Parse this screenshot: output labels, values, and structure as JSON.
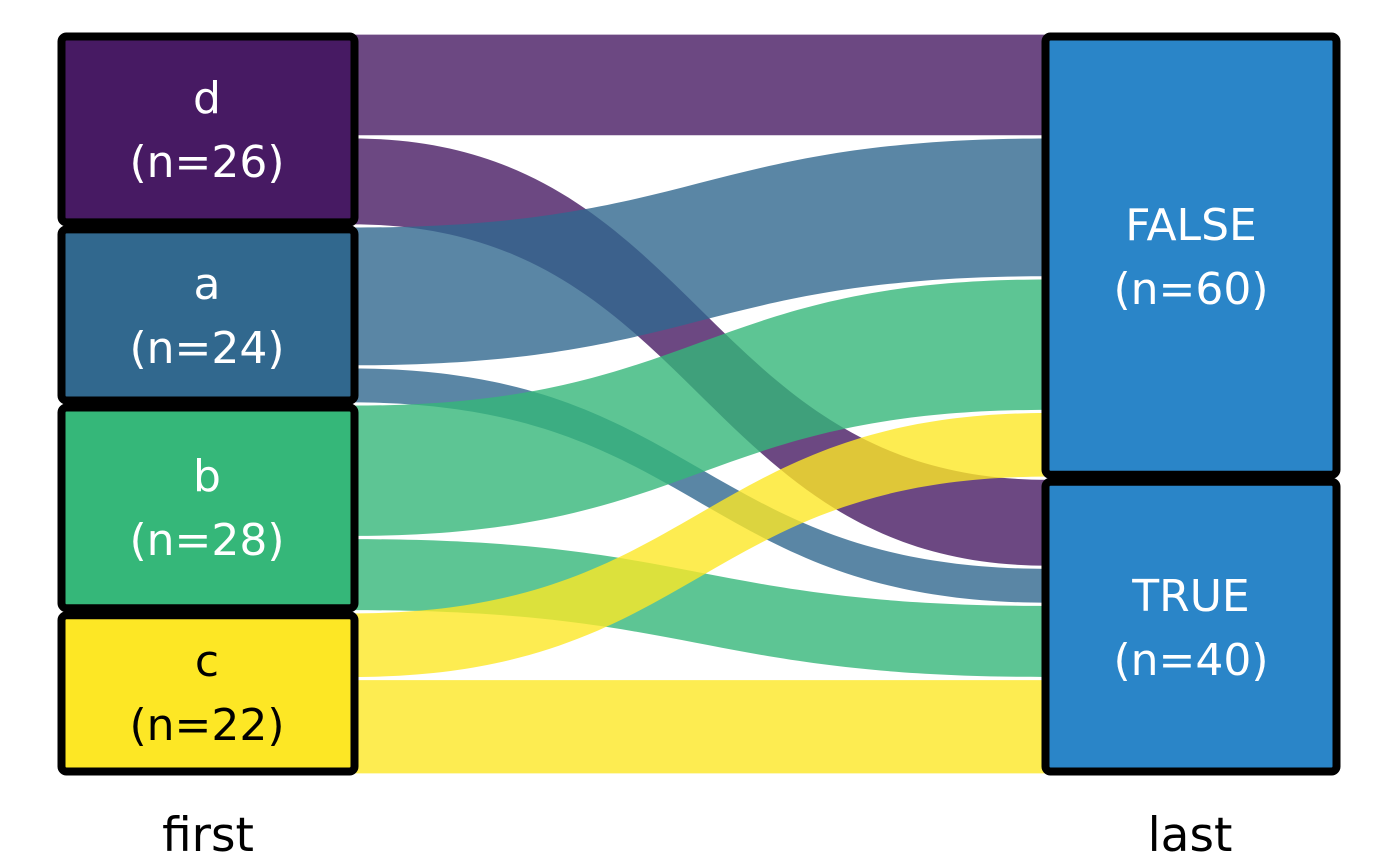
{
  "chart_data": {
    "type": "sankey",
    "title": "",
    "axes": [
      {
        "id": "first",
        "label": "first"
      },
      {
        "id": "last",
        "label": "last"
      }
    ],
    "left_nodes": [
      {
        "id": "d",
        "label": "d",
        "sublabel": "(n=26)",
        "n": 26,
        "color": "#471a63",
        "text_color": "#ffffff"
      },
      {
        "id": "a",
        "label": "a",
        "sublabel": "(n=24)",
        "n": 24,
        "color": "#31688e",
        "text_color": "#ffffff"
      },
      {
        "id": "b",
        "label": "b",
        "sublabel": "(n=28)",
        "n": 28,
        "color": "#35b779",
        "text_color": "#ffffff"
      },
      {
        "id": "c",
        "label": "c",
        "sublabel": "(n=22)",
        "n": 22,
        "color": "#fde725",
        "text_color": "#000000"
      }
    ],
    "right_nodes": [
      {
        "id": "FALSE",
        "label": "FALSE",
        "sublabel": "(n=60)",
        "n": 60,
        "color": "#2a85c8",
        "text_color": "#ffffff"
      },
      {
        "id": "TRUE",
        "label": "TRUE",
        "sublabel": "(n=40)",
        "n": 40,
        "color": "#2a85c8",
        "text_color": "#ffffff"
      }
    ],
    "flows": [
      {
        "from": "d",
        "to": "FALSE",
        "value": 14
      },
      {
        "from": "d",
        "to": "TRUE",
        "value": 12
      },
      {
        "from": "a",
        "to": "FALSE",
        "value": 19
      },
      {
        "from": "a",
        "to": "TRUE",
        "value": 5
      },
      {
        "from": "b",
        "to": "FALSE",
        "value": 18
      },
      {
        "from": "b",
        "to": "TRUE",
        "value": 10
      },
      {
        "from": "c",
        "to": "FALSE",
        "value": 9
      },
      {
        "from": "c",
        "to": "TRUE",
        "value": 13
      }
    ],
    "flow_opacity": 0.8,
    "node_border_color": "#000000",
    "background": "#ffffff"
  }
}
